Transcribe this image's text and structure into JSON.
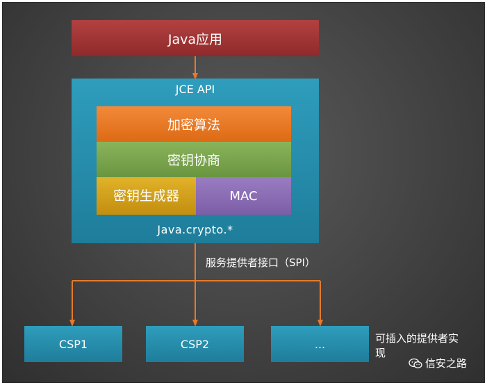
{
  "diagram": {
    "java_app": "Java应用",
    "jce_title": "JCE API",
    "encryption": "加密算法",
    "key_agreement": "密钥协商",
    "key_generator": "密钥生成器",
    "mac": "MAC",
    "package": "Java.crypto.*",
    "spi_label": "服务提供者接口（SPI）",
    "providers": [
      "CSP1",
      "CSP2",
      "..."
    ],
    "pluggable_label": "可插入的提供者实现"
  },
  "watermark": {
    "icon": "wechat-icon",
    "text": "信安之路"
  },
  "colors": {
    "background": "#474747",
    "arrow": "#e8792a",
    "java_app": "#a13636",
    "jce": "#2a8fae",
    "encryption": "#e97a24",
    "key_agreement": "#7aa54e",
    "key_generator": "#d4a01c",
    "mac": "#8a6cb4"
  }
}
